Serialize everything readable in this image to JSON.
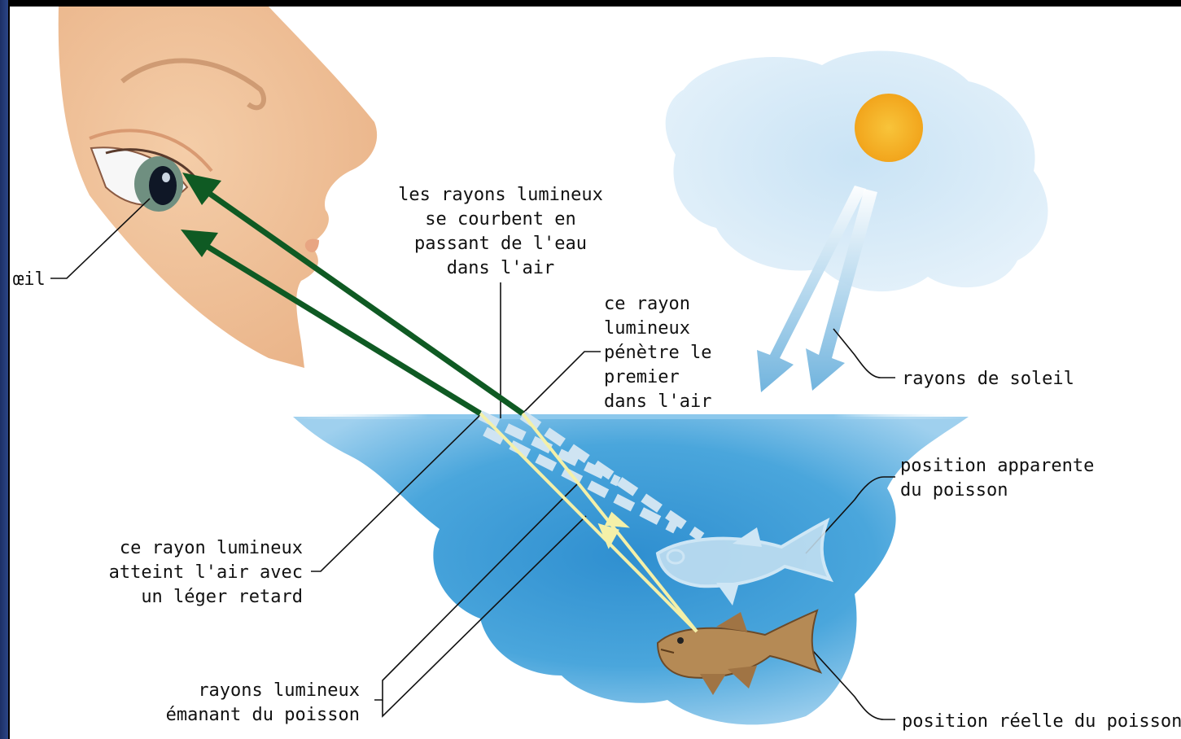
{
  "labels": {
    "oeil": "œil",
    "courbent": [
      "les rayons lumineux",
      "se courbent en",
      "passant de l'eau",
      "dans l'air"
    ],
    "premier": [
      "ce rayon",
      "lumineux",
      "pénètre le",
      "premier",
      "dans l'air"
    ],
    "soleil": "rayons de soleil",
    "apparente": [
      "position apparente",
      "du poisson"
    ],
    "retard": [
      "ce rayon lumineux",
      "atteint l'air avec",
      "un léger retard"
    ],
    "emanant": [
      "rayons lumineux",
      "émanant du poisson"
    ],
    "reelle": "position réelle du poisson"
  },
  "colors": {
    "green_ray": "#0f5a23",
    "light_ray": "#f4f0a8",
    "water": "#3f9fd8",
    "sky": "#cfe6f6",
    "sun": "#f9c22e",
    "skin": "#f2c49b"
  }
}
